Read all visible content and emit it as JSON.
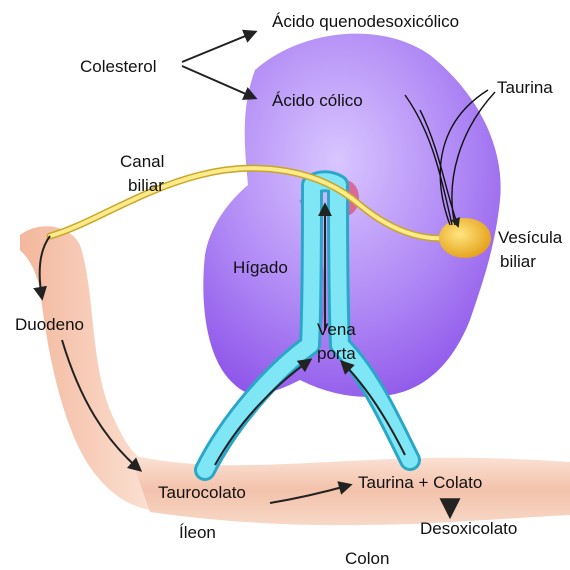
{
  "labels": {
    "acido_quenodesoxicolico": "Ácido quenodesoxicólico",
    "colesterol": "Colesterol",
    "acido_colico": "Ácido cólico",
    "taurina_top": "Taurina",
    "canal_biliar_line1": "Canal",
    "canal_biliar_line2": "biliar",
    "vesicula_biliar_line1": "Vesícula",
    "vesicula_biliar_line2": "biliar",
    "higado": "Hígado",
    "duodeno": "Duodeno",
    "vena_porta_line1": "Vena",
    "vena_porta_line2": "porta",
    "taurocolato": "Taurocolato",
    "taurina_colato": "Taurina + Colato",
    "desoxicolato": "Desoxicolato",
    "ileon": "Íleon",
    "colon": "Colon"
  },
  "colors": {
    "liver": "#a36ef0",
    "liver_light": "#c8a8ff",
    "portal_vein": "#6ee0f0",
    "bile_duct": "#f5e27a",
    "gallbladder": "#f0b020",
    "intestine": "#f6c9b5",
    "arrow": "#222222"
  }
}
